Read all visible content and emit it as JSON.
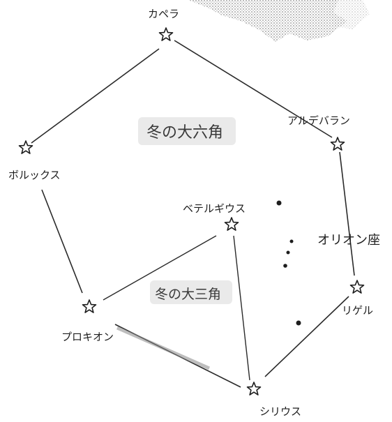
{
  "stars": {
    "capella": "カペラ",
    "aldebaran": "アルデバラン",
    "pollux": "ボルックス",
    "betelgeuse": "ベテルギウス",
    "rigel": "リゲル",
    "procyon": "プロキオン",
    "sirius": "シリウス"
  },
  "constellation": {
    "orion": "オリオン座"
  },
  "regions": {
    "winter_hexagon": "冬の大六角",
    "winter_triangle": "冬の大三角"
  },
  "colors": {
    "ink": "#1d1d1d",
    "shade": "#9a9a9a"
  }
}
